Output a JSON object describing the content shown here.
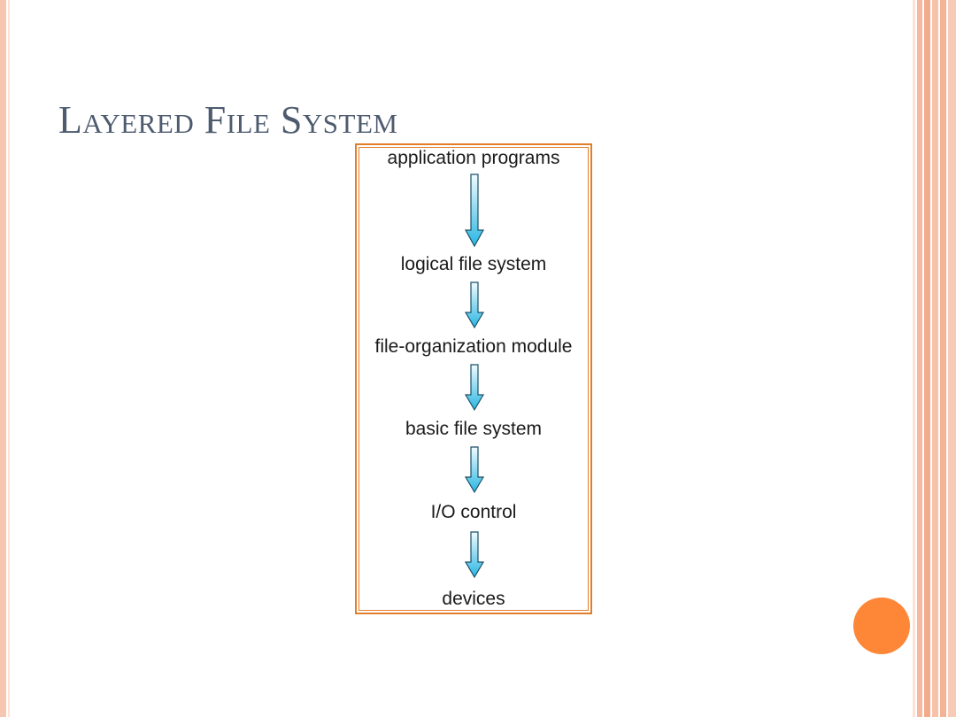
{
  "slide": {
    "title": "Layered File System"
  },
  "diagram": {
    "layers": [
      "application programs",
      "logical file system",
      "file-organization module",
      "basic file system",
      "I/O control",
      "devices"
    ],
    "colors": {
      "frame": "#e07e2a",
      "arrow_light": "#e6f7fd",
      "arrow_dark": "#29b6e3",
      "arrow_stroke": "#1a4f66"
    }
  },
  "theme": {
    "accent": "#fe8637",
    "title_color": "#4e5b6f",
    "border_color": "#f5b9a0"
  }
}
